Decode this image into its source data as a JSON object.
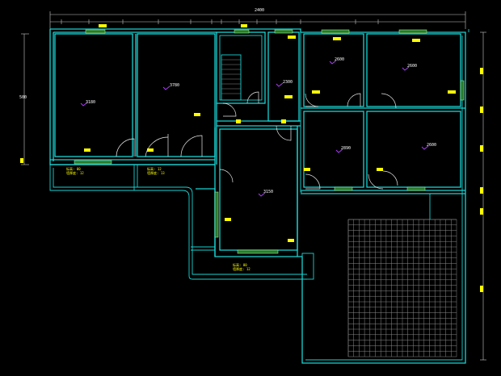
{
  "plan": {
    "overall_dimension": "2400",
    "room_areas": [
      {
        "id": "r1",
        "value": "3180"
      },
      {
        "id": "r2",
        "value": "3780"
      },
      {
        "id": "r3",
        "value": "2300"
      },
      {
        "id": "r4",
        "value": "2600"
      },
      {
        "id": "r5",
        "value": "2600"
      },
      {
        "id": "r6",
        "value": "2890"
      },
      {
        "id": "r7",
        "value": "2600"
      },
      {
        "id": "r8",
        "value": "3150"
      }
    ],
    "notes": [
      {
        "id": "n1",
        "line1": "标高: 00",
        "line2": "墙厚度: 12"
      },
      {
        "id": "n2",
        "line1": "标高: 12",
        "line2": "墙厚度: 13"
      },
      {
        "id": "n3",
        "line1": "标高: 00",
        "line2": "墙厚度: 12"
      }
    ],
    "left_dimension": "500",
    "colors": {
      "wall": "#19d3d3",
      "tag": "#ffff00",
      "dim": "#c8c8c8",
      "mark": "#b040ff"
    }
  }
}
